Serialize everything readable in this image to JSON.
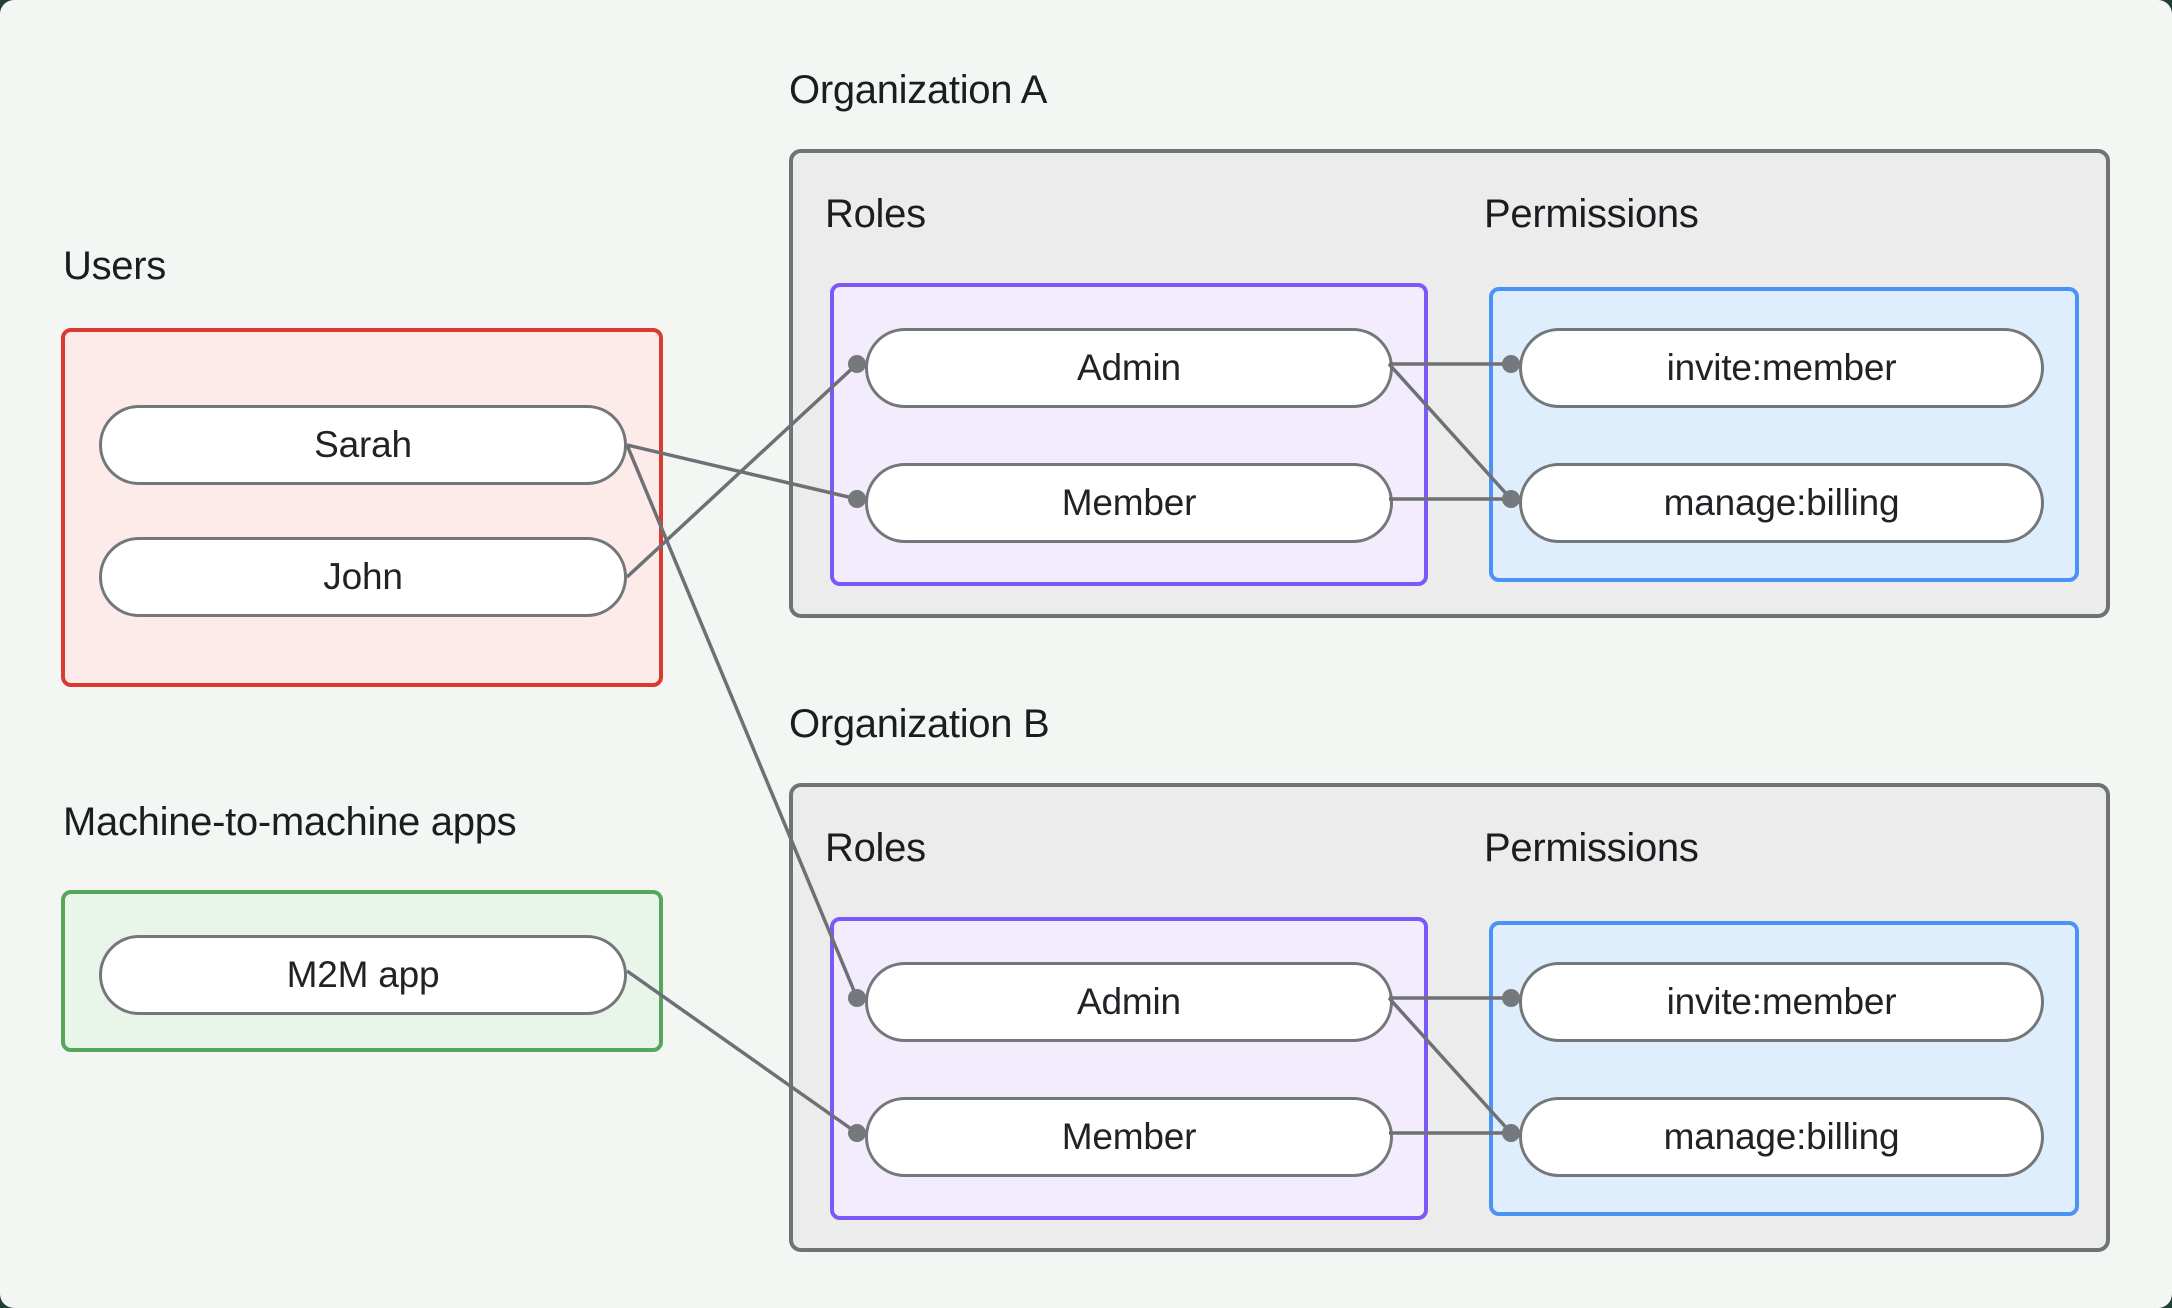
{
  "users_group": {
    "label": "Users",
    "items": [
      {
        "id": "sarah",
        "label": "Sarah"
      },
      {
        "id": "john",
        "label": "John"
      }
    ]
  },
  "m2m_group": {
    "label": "Machine-to-machine apps",
    "items": [
      {
        "id": "m2m",
        "label": "M2M app"
      }
    ]
  },
  "organizations": [
    {
      "id": "orgA",
      "title": "Organization A",
      "roles_label": "Roles",
      "permissions_label": "Permissions",
      "roles": [
        {
          "id": "orgA.admin",
          "label": "Admin"
        },
        {
          "id": "orgA.member",
          "label": "Member"
        }
      ],
      "permissions": [
        {
          "id": "orgA.invite",
          "label": "invite:member"
        },
        {
          "id": "orgA.manage",
          "label": "manage:billing"
        }
      ]
    },
    {
      "id": "orgB",
      "title": "Organization B",
      "roles_label": "Roles",
      "permissions_label": "Permissions",
      "roles": [
        {
          "id": "orgB.admin",
          "label": "Admin"
        },
        {
          "id": "orgB.member",
          "label": "Member"
        }
      ],
      "permissions": [
        {
          "id": "orgB.invite",
          "label": "invite:member"
        },
        {
          "id": "orgB.manage",
          "label": "manage:billing"
        }
      ]
    }
  ],
  "connections": [
    {
      "from": "sarah",
      "to": "orgA.member"
    },
    {
      "from": "john",
      "to": "orgA.admin"
    },
    {
      "from": "sarah",
      "to": "orgB.admin"
    },
    {
      "from": "m2m",
      "to": "orgB.member"
    },
    {
      "from": "orgA.admin",
      "to": "orgA.invite"
    },
    {
      "from": "orgA.admin",
      "to": "orgA.manage"
    },
    {
      "from": "orgA.member",
      "to": "orgA.manage"
    },
    {
      "from": "orgB.admin",
      "to": "orgB.invite"
    },
    {
      "from": "orgB.admin",
      "to": "orgB.manage"
    },
    {
      "from": "orgB.member",
      "to": "orgB.manage"
    }
  ],
  "colors": {
    "outer_background": "#1f4038",
    "card_background": "#f4f6f4",
    "users_border": "#da3b31",
    "users_fill": "#fcebe9",
    "m2m_border": "#55a75e",
    "m2m_fill": "#e9f5e9",
    "org_border": "#6e7376",
    "org_fill": "#ececed",
    "roles_border": "#7b58f8",
    "roles_fill": "#f3ecfd",
    "permissions_border": "#4a92f6",
    "permissions_fill": "#dfeefc",
    "node_border": "#74777a",
    "node_fill": "#ffffff",
    "connector_line": "#6d7175",
    "connector_dot": "#75787c",
    "text": "#1b1d20"
  }
}
